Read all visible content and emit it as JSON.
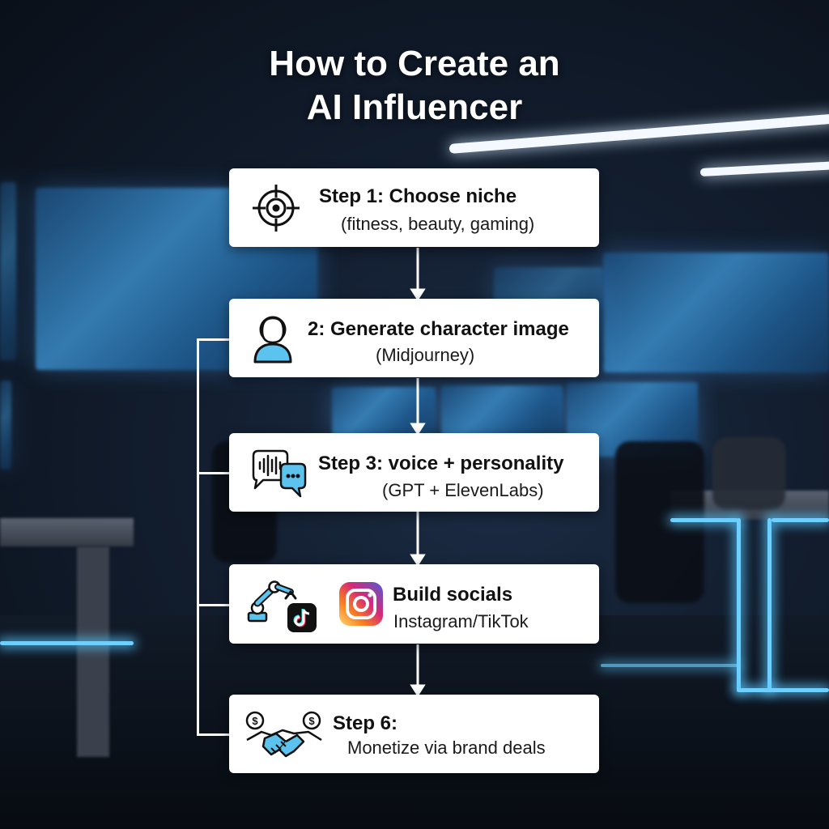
{
  "title": {
    "line1": "How to Create an",
    "line2": "AI Influencer"
  },
  "steps": [
    {
      "title": "Step 1: Choose niche",
      "subtitle": "(fitness, beauty, gaming)",
      "icon": "target-icon"
    },
    {
      "title": "2: Generate character image",
      "subtitle": "(Midjourney)",
      "icon": "person-icon"
    },
    {
      "title": "Step 3: voice + personality",
      "subtitle": "(GPT + ElevenLabs)",
      "icon": "voice-chat-icon"
    },
    {
      "title": "Build socials",
      "subtitle": "Instagram/TikTok",
      "icons": [
        "robot-arm-icon",
        "tiktok-icon",
        "instagram-icon"
      ]
    },
    {
      "title": "Step 6:",
      "subtitle": "Monetize via brand deals",
      "icon": "handshake-money-icon"
    }
  ],
  "colors": {
    "accent": "#5cc2ee",
    "box_background": "#ffffff",
    "connector": "#ffffff"
  }
}
